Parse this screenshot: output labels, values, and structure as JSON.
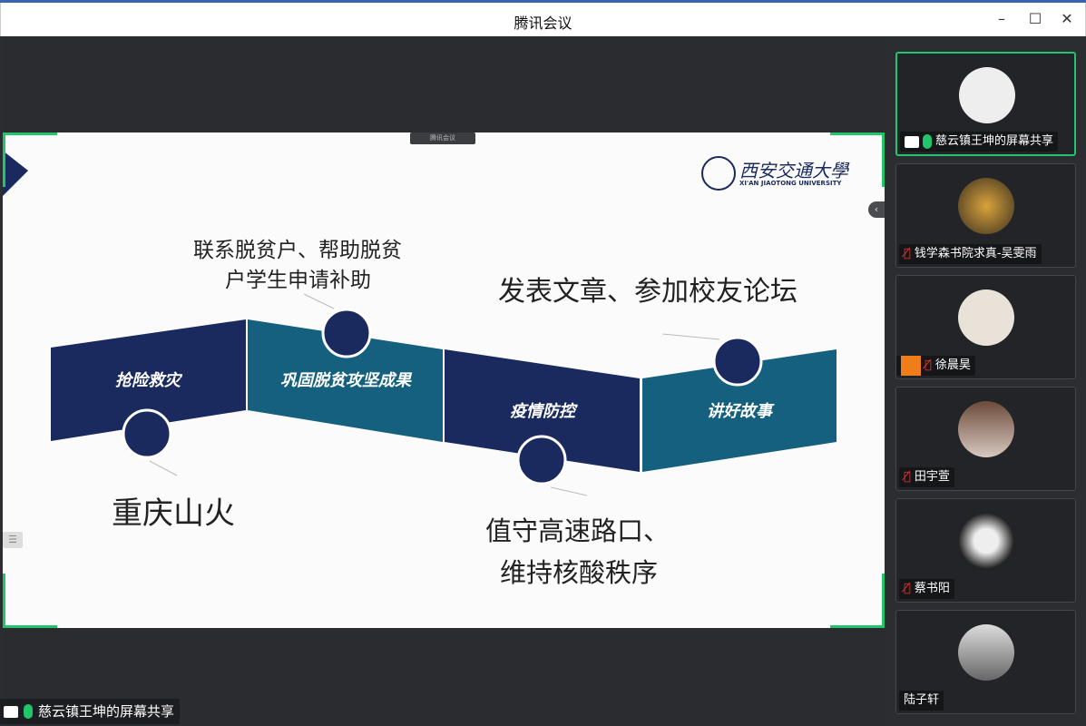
{
  "window": {
    "title": "腾讯会议",
    "minimize": "–",
    "maximize": "☐",
    "close": "✕"
  },
  "slide": {
    "meeting_tag": "腾讯会议",
    "logo_cn": "西安交通大學",
    "logo_en": "XI'AN JIAOTONG UNIVERSITY",
    "panels": [
      "抢险救灾",
      "巩固脱贫攻坚成果",
      "疫情防控",
      "讲好故事"
    ],
    "notes": {
      "n1": "重庆山火",
      "n2a": "联系脱贫户、帮助脱贫",
      "n2b": "户学生申请补助",
      "n3a": "值守高速路口、",
      "n3b": "维持核酸秩序",
      "n4": "发表文章、参加校友论坛"
    }
  },
  "share_label": "慈云镇王坤的屏幕共享",
  "participants": [
    {
      "name": "慈云镇王坤的屏幕共享",
      "muted": false,
      "sharing": true
    },
    {
      "name": "钱学森书院求真-吴雯雨",
      "muted": true
    },
    {
      "name": "徐晨昊",
      "muted": true
    },
    {
      "name": "田宇萱",
      "muted": true
    },
    {
      "name": "蔡书阳",
      "muted": true
    },
    {
      "name": "陆子轩",
      "muted": false
    }
  ],
  "colors": {
    "navy": "#1b2a5e",
    "teal": "#14607e",
    "accent": "#22c56b"
  }
}
